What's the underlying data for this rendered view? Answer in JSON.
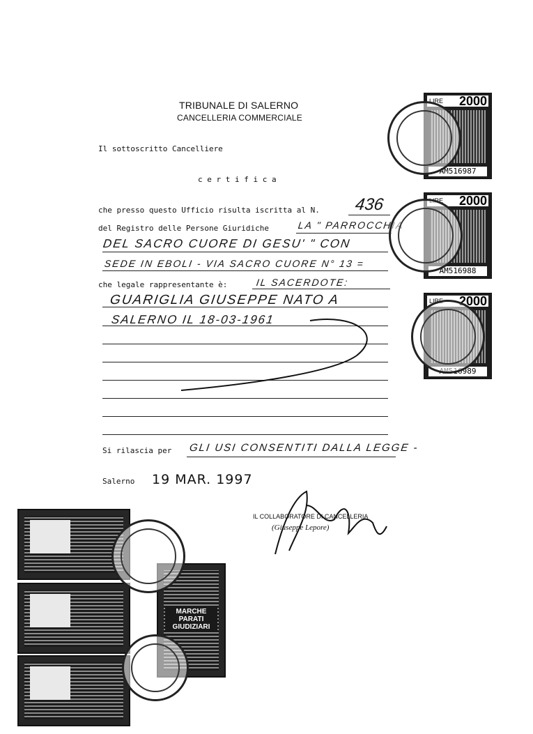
{
  "header": {
    "court": "TRIBUNALE DI SALERNO",
    "office": "CANCELLERIA COMMERCIALE"
  },
  "body": {
    "intro": "Il sottoscritto Cancelliere",
    "certifica": "c e r t i f i c a",
    "line1_prefix": "che presso questo Ufficio risulta iscritta al N.",
    "number": "436",
    "line2_prefix": "del Registro delle Persone Giuridiche",
    "entity_1": "LA \" PARROCCHIA",
    "entity_2": "DEL SACRO CUORE DI GESU' \" CON",
    "entity_3": "SEDE IN EBOLI - VIA SACRO CUORE N° 13 =",
    "rep_prefix": "che legale rappresentante è:",
    "rep_1": "IL SACERDOTE:",
    "rep_2": "GUARIGLIA GIUSEPPE NATO A",
    "rep_3": "SALERNO IL 18-03-1961",
    "release_prefix": "Si rilascia per",
    "release_use": "GLI USI CONSENTITI DALLA LEGGE -",
    "place": "Salerno",
    "date": "19 MAR. 1997"
  },
  "signature": {
    "role": "IL COLLABORATORE DI CANCELLERIA",
    "name": "(Giuseppe Lepore)"
  },
  "stamps": [
    {
      "value": "LIRE",
      "amount": "2000",
      "serial": "AM516987"
    },
    {
      "value": "LIRE",
      "amount": "2000",
      "serial": "AM516988"
    },
    {
      "value": "LIRE",
      "amount": "2000",
      "serial": "AM516989"
    }
  ],
  "bottom_stamp_text": "MARCHE PARATI GIUDIZIARI"
}
